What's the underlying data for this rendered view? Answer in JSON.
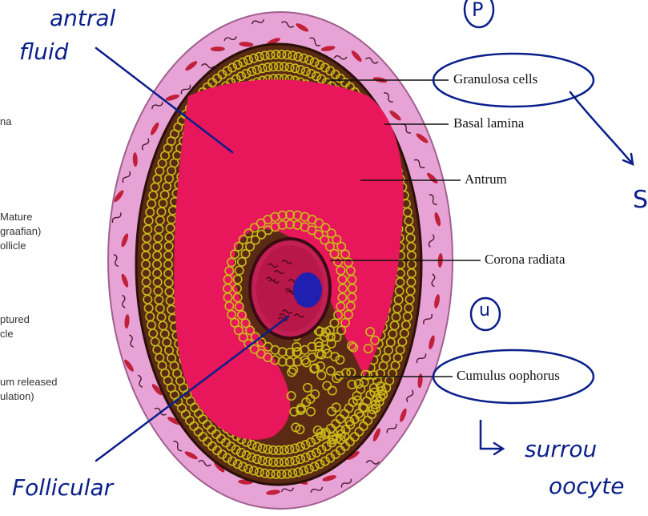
{
  "labels": {
    "granulosa": "Granulosa cells",
    "basal": "Basal lamina",
    "antrum": "Antrum",
    "corona": "Corona radiata",
    "cumulus": "Cumulus oophorus"
  },
  "handwritten": {
    "antral": "antral",
    "fluid": "fluid",
    "follicular": "Follicular",
    "surrou": "surrou",
    "oocyte": "oocyte",
    "p_mark": "P",
    "u_mark": "u",
    "s_mark": "S"
  },
  "cutoff_side_text": {
    "na": "na",
    "mature": "Mature",
    "graafian": "graafian)",
    "follicle": "ollicle",
    "ptured": "ptured",
    "cle": "cle",
    "released": "um released",
    "ulation": "ulation)"
  },
  "colors": {
    "theca": "#e8a3d6",
    "antrum_fluid": "#e8165a",
    "granulosa_layer": "#5a2a14",
    "cell_ring": "#c9bb1a",
    "oocyte": "#b8174a",
    "nucleus": "#1f1fb0",
    "ink": "#0a1f8a"
  }
}
